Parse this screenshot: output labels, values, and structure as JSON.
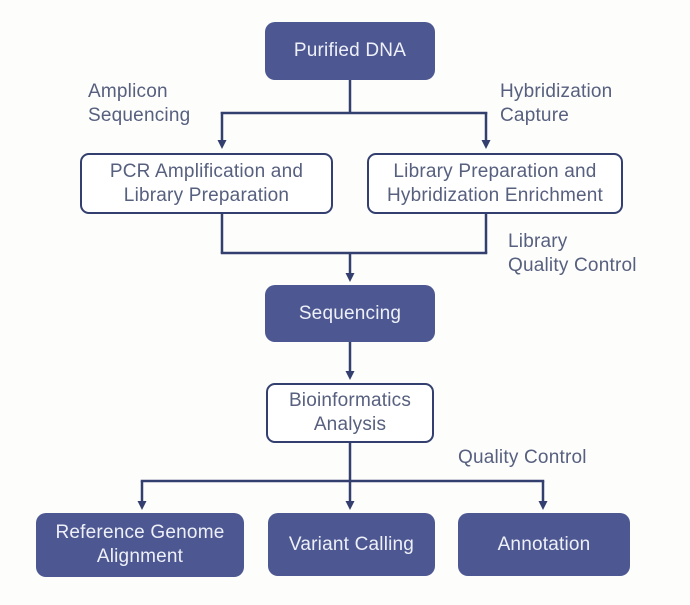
{
  "colors": {
    "background": "#fdfdfc",
    "node_fill": "#4d5792",
    "node_text": "#eef0f7",
    "outline_border": "#333f6e",
    "outline_fill": "#ffffff",
    "muted_text": "#57607f",
    "connector_line": "#333f6e"
  },
  "nodes": {
    "purified_dna": "Purified DNA",
    "pcr_amplification": "PCR Amplification and\nLibrary Preparation",
    "library_preparation": "Library Preparation and\nHybridization Enrichment",
    "sequencing": "Sequencing",
    "bioinformatics": "Bioinformatics\nAnalysis",
    "reference_genome": "Reference Genome\nAlignment",
    "variant_calling": "Variant Calling",
    "annotation": "Annotation"
  },
  "edge_labels": {
    "amplicon_sequencing": "Amplicon\nSequencing",
    "hybridization_capture": "Hybridization\nCapture",
    "library_quality_control": "Library\nQuality Control",
    "quality_control": "Quality Control"
  }
}
